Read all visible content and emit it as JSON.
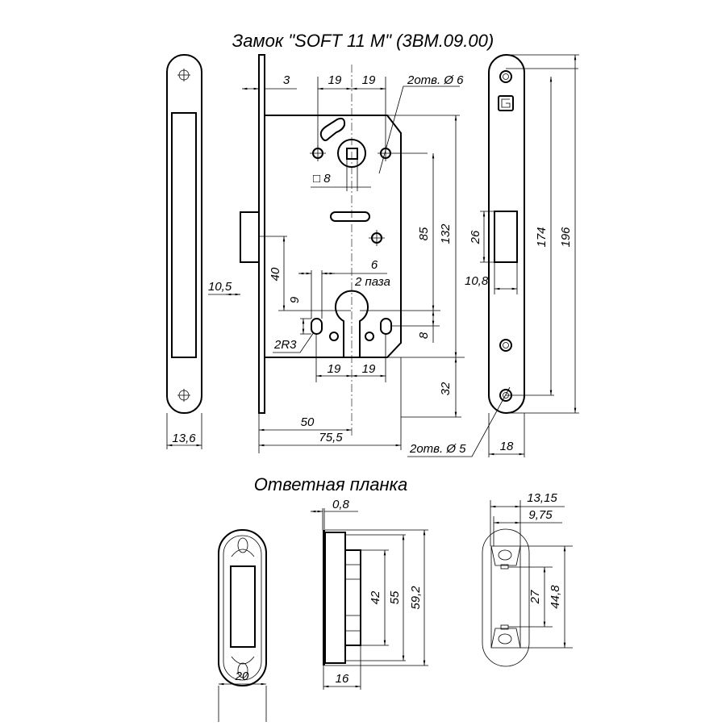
{
  "title": "Замок \"SOFT 11 M\" (3ВМ.09.00)",
  "subtitle": "Ответная планка",
  "lock_dims": {
    "d3": "3",
    "d19a": "19",
    "d19b": "19",
    "holes6": "2отв. Ø 6",
    "sq8": "□ 8",
    "d85": "85",
    "d132": "132",
    "d40": "40",
    "d6": "6",
    "slots": "2 паза",
    "d9": "9",
    "d8": "8",
    "r3": "2R3",
    "d19c": "19",
    "d19d": "19",
    "d32": "32",
    "d50": "50",
    "d75": "75,5",
    "d105": "10,5",
    "d136": "13,6"
  },
  "faceplate_dims": {
    "d26": "26",
    "d174": "174",
    "d196": "196",
    "d108": "10,8",
    "d18": "18",
    "holes5": "2отв. Ø 5"
  },
  "strike_dims": {
    "d20": "20",
    "d08": "0,8",
    "d42": "42",
    "d55": "55",
    "d592": "59,2",
    "d16": "16",
    "d1315": "13,15",
    "d975": "9,75",
    "d27": "27",
    "d448": "44,8"
  }
}
